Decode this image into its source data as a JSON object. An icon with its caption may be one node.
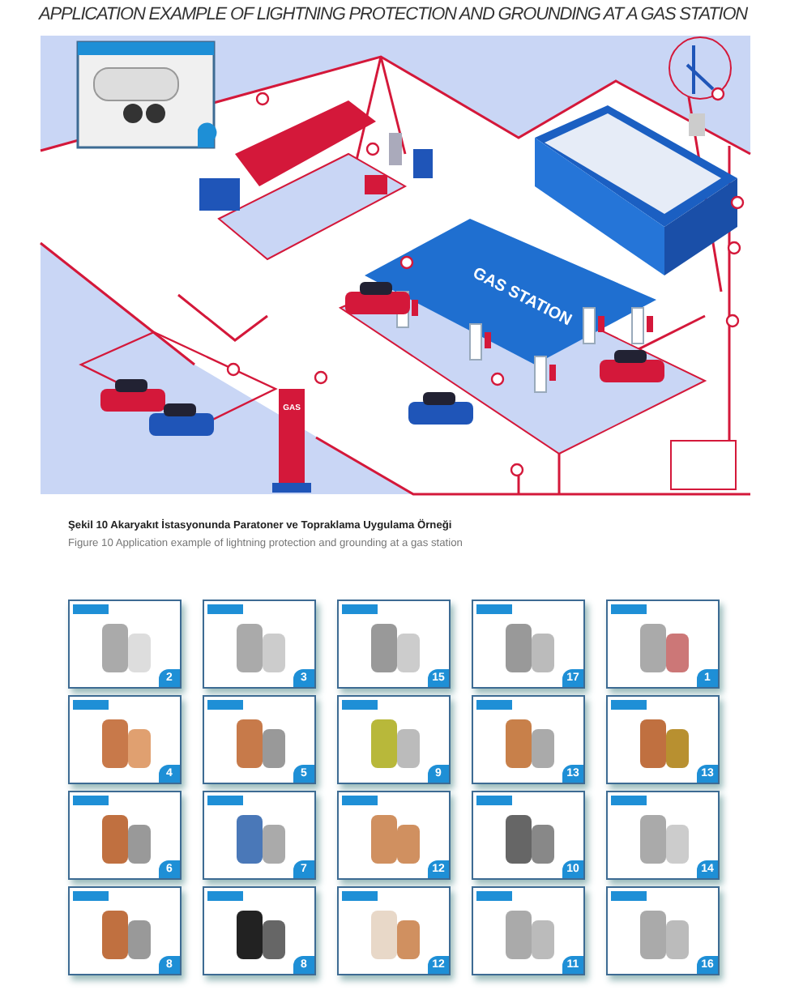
{
  "diagram": {
    "title": "APPLICATION EXAMPLE OF LIGHTNING PROTECTION AND GROUNDING AT A GAS STATION",
    "caption": "Şekil 10  Akaryakıt İstasyonunda Paratoner ve Topraklama Uygulama Örneği",
    "nodes": [
      {
        "text": [
          "2"
        ]
      },
      {
        "text": [
          "3"
        ]
      },
      {
        "text": [
          "15"
        ]
      },
      {
        "text": [
          "17"
        ]
      },
      {
        "text": [
          "1"
        ]
      },
      {
        "text": [
          "4"
        ]
      },
      {
        "text": [
          "5"
        ]
      },
      {
        "text": [
          "9"
        ]
      },
      {
        "text": [
          "13"
        ]
      },
      {
        "text": [
          "13"
        ]
      },
      {
        "text": [
          "6"
        ]
      },
      {
        "text": [
          "7"
        ]
      },
      {
        "text": [
          "12"
        ]
      },
      {
        "text": [
          "10"
        ]
      },
      {
        "text": [
          "14"
        ]
      },
      {
        "text": [
          "8"
        ]
      },
      {
        "text": [
          "8"
        ]
      },
      {
        "text": [
          "12"
        ]
      },
      {
        "text": [
          "11"
        ]
      },
      {
        "text": [
          "16"
        ]
      }
    ],
    "labels": [
      "GAS STATION",
      "GAS",
      "Figure 10 Application example of lightning protection and grounding at a gas station"
    ]
  }
}
